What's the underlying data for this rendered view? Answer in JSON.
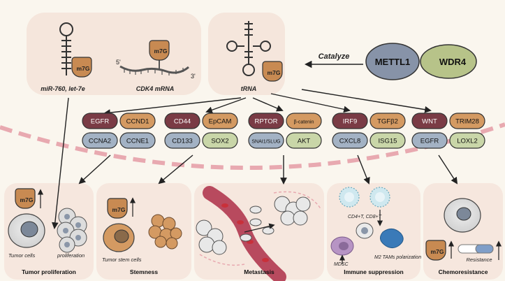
{
  "top": {
    "mirna_label": "miR-760, let-7e",
    "mrna_label": "CDK4 mRNA",
    "mrna_5prime": "5'",
    "mrna_3prime": "3'",
    "trna_label": "tRNA",
    "m7g_badge": "m7G",
    "catalyze_label": "Catalyze",
    "complex": {
      "mettl1": "METTL1",
      "wdr4": "WDR4"
    }
  },
  "targets": {
    "group1": [
      "EGFR",
      "CCND1",
      "CCNA2",
      "CCNE1"
    ],
    "group2": [
      "CD44",
      "EpCAM",
      "CD133",
      "SOX2"
    ],
    "group3": [
      "RPTOR",
      "β-catenin",
      "SNAI1/SLUG",
      "AKT"
    ],
    "group4": [
      "IRF9",
      "TGFβ2",
      "CXCL8",
      "ISG15"
    ],
    "group5": [
      "WNT",
      "TRIM28",
      "EGFR",
      "LOXL2"
    ]
  },
  "panels": {
    "proliferation": {
      "title": "Tumor proliferation",
      "tumor_cells": "Tumor cells",
      "proliferation": "proliferation"
    },
    "stemness": {
      "title": "Stemness",
      "stem_cells": "Tumor stem cells"
    },
    "metastasis": {
      "title": "Metastasis"
    },
    "immune": {
      "title": "Immune suppression",
      "tcells": "CD4+T, CD8+T",
      "mdsc": "MDSC",
      "m2": "M2 TAMs polarization"
    },
    "chemo": {
      "title": "Chemoresistance",
      "resistance": "Resistance"
    }
  },
  "colors": {
    "dark_red": "#7a3b45",
    "orange": "#d49a62",
    "blue_grey": "#a3b2c4",
    "light_green": "#c9d6a8",
    "mettl1": "#8793a8",
    "wdr4": "#b7c389",
    "vessel": "#b84a5e",
    "membrane": "#e8a9b0"
  }
}
